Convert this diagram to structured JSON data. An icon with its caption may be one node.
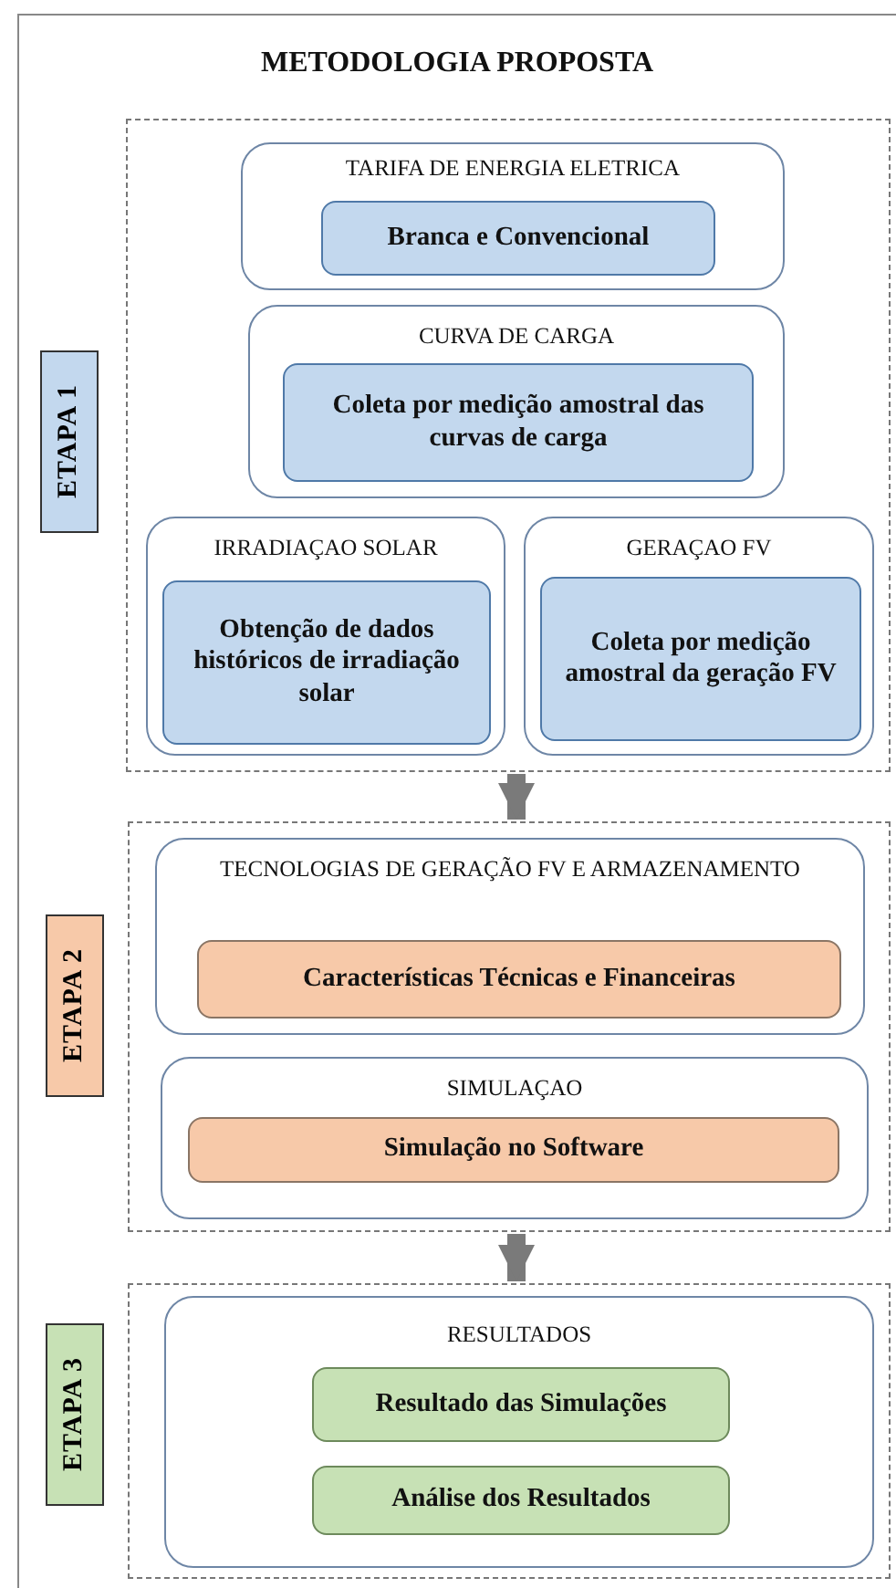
{
  "diagram": {
    "title": "METODOLOGIA PROPOSTA",
    "nodes": [
      {
        "text": [
          "ETAPA 1"
        ]
      },
      {
        "text": [],
        "shape": "box"
      },
      {
        "text": [
          "TARIFA DE ENERGIA ELETRICA"
        ],
        "in": 1
      },
      {
        "text": [
          "Branca e Convencional"
        ],
        "in": 2
      },
      {
        "text": [
          "CURVA DE CARGA"
        ],
        "in": 1
      },
      {
        "text": [
          "Coleta por medição amostral das curvas de carga"
        ],
        "in": 4
      },
      {
        "text": [
          "IRRADIAÇAO SOLAR"
        ],
        "in": 1
      },
      {
        "text": [
          "Obtenção de dados históricos de irradiação solar"
        ],
        "in": 6
      },
      {
        "text": [
          "GERAÇAO FV"
        ],
        "in": 1
      },
      {
        "text": [
          "Coleta por medição amostral da geração FV"
        ],
        "in": 8
      },
      {
        "text": [
          "ETAPA 2"
        ]
      },
      {
        "text": [],
        "shape": "box"
      },
      {
        "text": [
          "TECNOLOGIAS DE GERAÇÃO FV E ARMAZENAMENTO"
        ],
        "in": 11
      },
      {
        "text": [
          "Características Técnicas e Financeiras"
        ],
        "in": 12
      },
      {
        "text": [
          "SIMULAÇAO"
        ],
        "in": 11
      },
      {
        "text": [
          "Simulação no Software"
        ],
        "in": 14
      },
      {
        "text": [
          "ETAPA 3"
        ]
      },
      {
        "text": [],
        "shape": "box"
      },
      {
        "text": [
          "RESULTADOS"
        ],
        "in": 17
      },
      {
        "text": [
          "Resultado das Simulações"
        ],
        "in": 18
      },
      {
        "text": [
          "Análise dos Resultados"
        ],
        "in": 18
      }
    ],
    "edges": [
      {
        "from": 1,
        "to": 11,
        "arrow": "to"
      },
      {
        "from": 11,
        "to": 17,
        "arrow": "to"
      }
    ]
  }
}
